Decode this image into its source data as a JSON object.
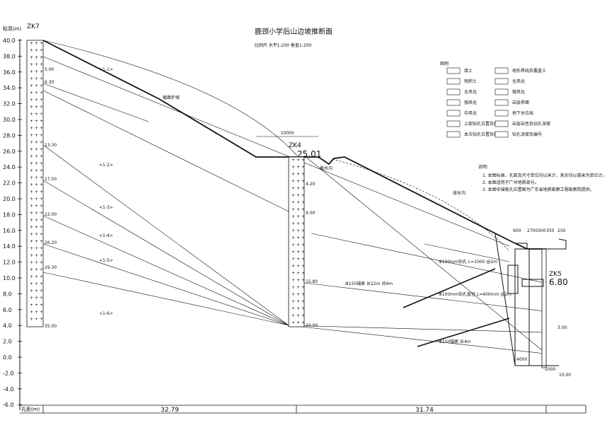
{
  "title": "鹿颈小学后山边坡推断面",
  "scale": "比例尺 水平1:200 垂直1:200",
  "elevation_label": "标高(m)",
  "distance_label": "孔距(m)",
  "distances": [
    "32.79",
    "31.74"
  ],
  "y_ticks": [
    "40.0",
    "38.0",
    "36.0",
    "34.0",
    "32.0",
    "30.0",
    "28.0",
    "26.0",
    "24.0",
    "22.0",
    "20.0",
    "18.0",
    "16.0",
    "14.0",
    "12.0",
    "10.0",
    "8.0",
    "6.0",
    "4.0",
    "2.0",
    "0.0",
    "-2.0",
    "-4.0",
    "-6.0"
  ],
  "boreholes": [
    {
      "id": "ZK7",
      "elev": ""
    },
    {
      "id": "ZK4",
      "elev": "25.01"
    },
    {
      "id": "ZK5",
      "elev": "6.80"
    }
  ],
  "zk7_depths": [
    "5.00",
    "6.30",
    "13.30",
    "17.50",
    "22.00",
    "26.20",
    "29.30",
    "35.00"
  ],
  "zk4_depths": [
    "4.20",
    "9.00",
    "15.80",
    "20.00"
  ],
  "zk5_depths": [
    "3.00"
  ],
  "layer_labels": [
    "<1-1>",
    "<1-2>",
    "<1-3>",
    "<1-4>",
    "<1-5>",
    "<1-6>"
  ],
  "legend_title": "图例",
  "legend": [
    {
      "text": "填土"
    },
    {
      "text": "残积土"
    },
    {
      "text": "全风化"
    },
    {
      "text": "强风化"
    },
    {
      "text": "中风化"
    },
    {
      "text": "上部钻孔位置及编号"
    },
    {
      "text": "本次钻孔位置及编号"
    },
    {
      "text": "地形界线及覆盖土"
    },
    {
      "text": "全风化"
    },
    {
      "text": "微风化"
    },
    {
      "text": "岩层界面"
    },
    {
      "text": "地下水位线"
    },
    {
      "text": "岩层岩性及钻孔深度"
    },
    {
      "text": "钻孔深度及编号"
    }
  ],
  "notes_title": "说明：",
  "notes": [
    "1. 本图标高、孔距及尺寸单位均以米计，其余均以毫米为单位计。",
    "2. 本图适用于广州地质部分。",
    "3. 本图中锚板孔位置图为广东省地质勘察工程勘察院提供。"
  ],
  "annotations": {
    "anchor1": "Φ150锚索 长22m 间4m",
    "anchor1b": "Φ100mm钻孔 L=1000 @2m",
    "anchor2": "Φ150锚索 长4m",
    "anchor3": "Φ100mm钻孔直径 L=400mm @2m",
    "top_width": "10000",
    "wall_dims": [
      "900",
      "2700",
      "300",
      "350",
      "250"
    ],
    "bottom": [
      "4000",
      "1000",
      "10.00"
    ],
    "slope_label": "截面护坡",
    "ditch_label": "截水沟",
    "drain_label": "排水沟"
  }
}
